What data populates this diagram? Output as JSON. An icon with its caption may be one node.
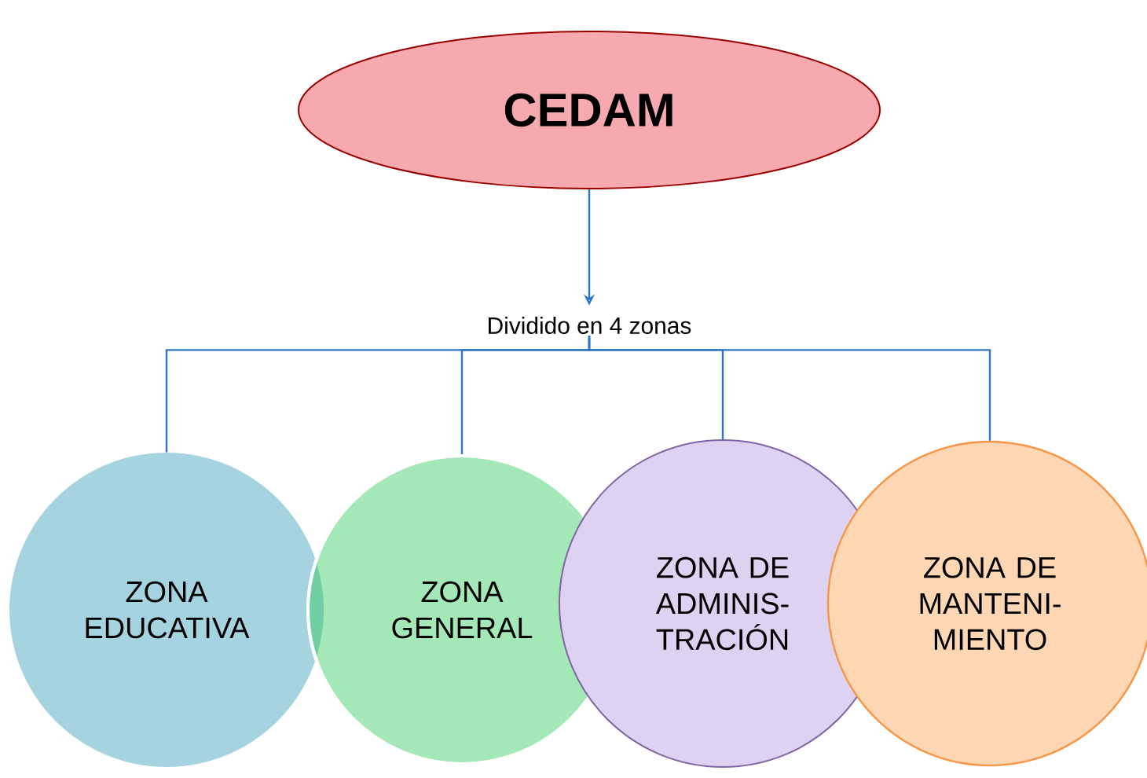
{
  "diagram": {
    "nodes": [
      {
        "text": [
          "CEDAM"
        ]
      },
      {
        "text": [
          "Dividido en 4 zonas"
        ]
      },
      {
        "text": [
          "ZONA EDUCATIVA"
        ]
      },
      {
        "text": [
          "ZONA GENERAL"
        ]
      },
      {
        "text": [
          "ZONA DE ADMINIS- TRACIÓN"
        ]
      },
      {
        "text": [
          "ZONA DE MANTENI- MIENTO"
        ]
      }
    ],
    "edges": [
      {
        "from": 0,
        "to": 1,
        "arrow": "to"
      },
      {
        "from": 1,
        "to": 2,
        "arrow": "none"
      },
      {
        "from": 1,
        "to": 3,
        "arrow": "none"
      },
      {
        "from": 1,
        "to": 4,
        "arrow": "none"
      },
      {
        "from": 1,
        "to": 5,
        "arrow": "none"
      }
    ]
  }
}
